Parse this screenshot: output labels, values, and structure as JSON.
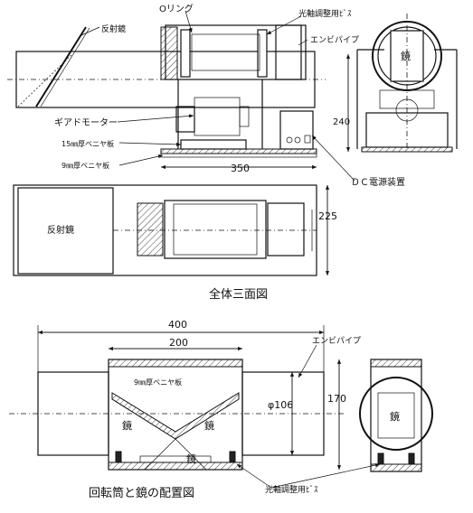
{
  "labels": {
    "o_ring": "Oリング",
    "optical_axis_screw_top": "光軸調整用ﾋﾞｽ",
    "pvc_pipe_top": "エンビパイプ",
    "mirror_top": "反射鏡",
    "gear_motor": "ギアドモーター",
    "veneer_15mm": "15㎜厚ベニヤ板",
    "veneer_9mm_top": "9㎜厚ベニヤ板",
    "dc_power": "ＤＣ電源装置",
    "mirror_side_round": "鏡",
    "mirror_plan": "反射鏡",
    "overall_caption": "全体三面図",
    "pvc_pipe_bottom": "エンビパイプ",
    "veneer_9mm_bottom": "9㎜厚ベニヤ板",
    "mirror_left": "鏡",
    "mirror_right": "鏡",
    "mirror_bottom": "鏡",
    "mirror_end_view": "鏡",
    "optical_axis_screw_bottom": "光軸調整用ﾋﾞｽ",
    "bottom_caption": "回転筒と鏡の配置図"
  },
  "dimensions": {
    "d_240": "240",
    "d_350": "350",
    "d_225": "225",
    "d_400": "400",
    "d_200": "200",
    "d_106": "φ106",
    "d_170": "170"
  }
}
